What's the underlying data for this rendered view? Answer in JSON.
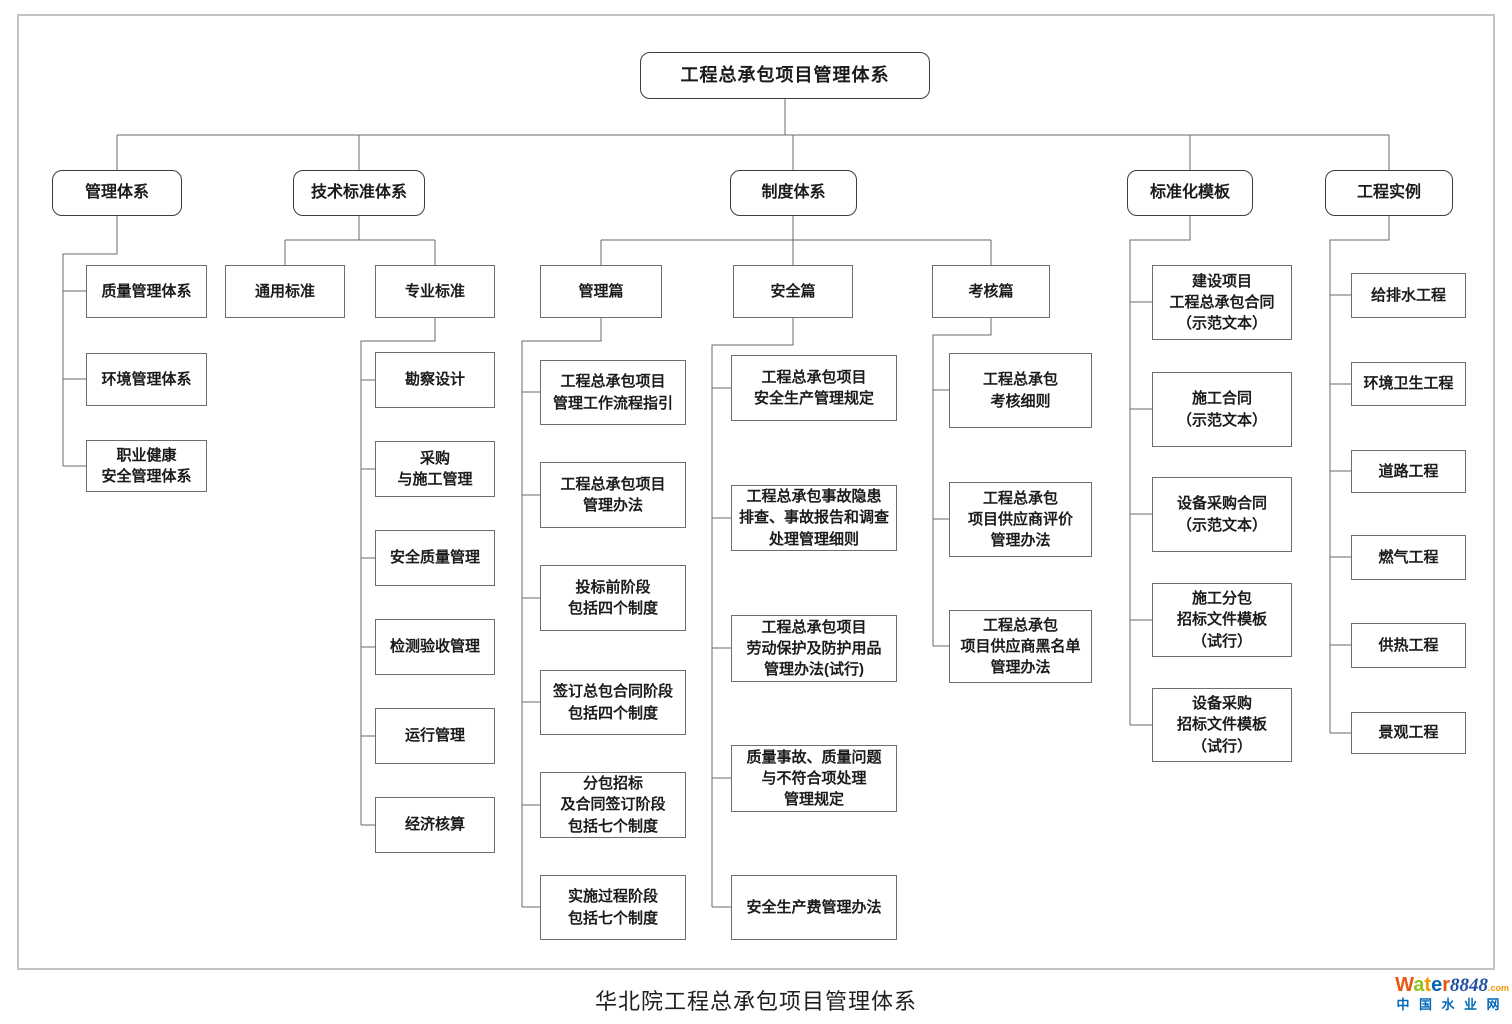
{
  "caption": "华北院工程总承包项目管理体系",
  "org": {
    "root": "工程总承包项目管理体系",
    "management": {
      "label": "管理体系",
      "children": [
        "质量管理体系",
        "环境管理体系",
        "职业健康\n安全管理体系"
      ]
    },
    "tech": {
      "label": "技术标准体系",
      "general": "通用标准",
      "professional": {
        "label": "专业标准",
        "children": [
          "勘察设计",
          "采购\n与施工管理",
          "安全质量管理",
          "检测验收管理",
          "运行管理",
          "经济核算"
        ]
      }
    },
    "policy": {
      "label": "制度体系",
      "mgmt": {
        "label": "管理篇",
        "children": [
          "工程总承包项目\n管理工作流程指引",
          "工程总承包项目\n管理办法",
          "投标前阶段\n包括四个制度",
          "签订总包合同阶段\n包括四个制度",
          "分包招标\n及合同签订阶段\n包括七个制度",
          "实施过程阶段\n包括七个制度"
        ]
      },
      "safety": {
        "label": "安全篇",
        "children": [
          "工程总承包项目\n安全生产管理规定",
          "工程总承包事故隐患\n排查、事故报告和调查\n处理管理细则",
          "工程总承包项目\n劳动保护及防护用品\n管理办法(试行)",
          "质量事故、质量问题\n与不符合项处理\n管理规定",
          "安全生产费管理办法"
        ]
      },
      "assess": {
        "label": "考核篇",
        "children": [
          "工程总承包\n考核细则",
          "工程总承包\n项目供应商评价\n管理办法",
          "工程总承包\n项目供应商黑名单\n管理办法"
        ]
      }
    },
    "templates": {
      "label": "标准化模板",
      "children": [
        "建设项目\n工程总承包合同\n（示范文本）",
        "施工合同\n（示范文本）",
        "设备采购合同\n（示范文本）",
        "施工分包\n招标文件模板\n（试行）",
        "设备采购\n招标文件模板\n（试行）"
      ]
    },
    "examples": {
      "label": "工程实例",
      "children": [
        "给排水工程",
        "环境卫生工程",
        "道路工程",
        "燃气工程",
        "供热工程",
        "景观工程"
      ]
    }
  },
  "logo": {
    "l1": "W",
    "l2": "a",
    "l3": "t",
    "l4": "e",
    "l5": "r",
    "digits": "8848",
    "tld": ".com",
    "tagline": "中国水业网"
  },
  "colors": {
    "logo_orange_red": "#e95513",
    "logo_green": "#8fc31f",
    "logo_orange": "#f39800",
    "logo_blue": "#0068b7",
    "logo_digits_blue": "#1d50a2",
    "line_gray": "#6a6a6a",
    "border_gray": "#c2c2c2"
  }
}
